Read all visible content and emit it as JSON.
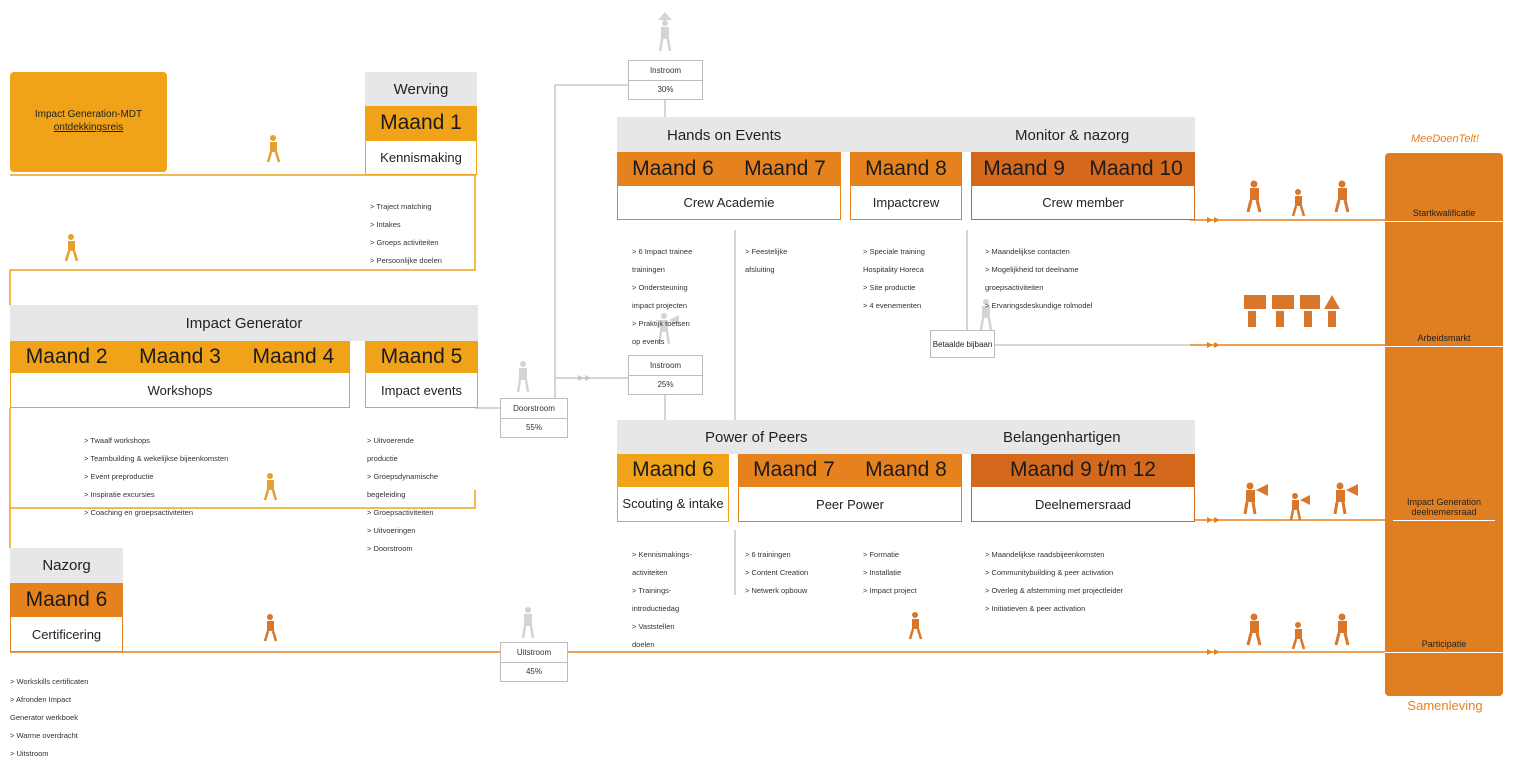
{
  "colors": {
    "amber": "#f0a218",
    "orange": "#e5821e",
    "dark_orange": "#d4691e",
    "grey": "#e6e7e8",
    "line_grey": "#c8c8c8"
  },
  "start": {
    "title_line1": "Impact Generation-MDT",
    "title_line2": "ontdekkingsreis"
  },
  "werving": {
    "header": "Werving",
    "month": "Maand 1",
    "subtitle": "Kennismaking",
    "notes": [
      "> Traject matching",
      "> Intakes",
      "> Groeps activiteiten",
      "> Persoonlijke doelen"
    ]
  },
  "impact_generator": {
    "header": "Impact Generator",
    "months": [
      "Maand 2",
      "Maand 3",
      "Maand 4"
    ],
    "subtitle": "Workshops",
    "notes": [
      "> Twaalf workshops",
      "> Teambuilding & wekelijkse bijeenkomsten",
      "> Event preproductie",
      "> Inspiratie excursies",
      "> Coaching en groepsactiviteiten"
    ]
  },
  "impact_events": {
    "month": "Maand 5",
    "subtitle": "Impact events",
    "notes": [
      "> Uitvoerende",
      "productie",
      "> Groepsdynamische",
      "begeleiding",
      "> Groepsactiviteiten",
      "> Uitvoeringen",
      "> Doorstroom"
    ]
  },
  "nazorg": {
    "header": "Nazorg",
    "month": "Maand 6",
    "subtitle": "Certificering",
    "notes": [
      "> Workskills certificaten",
      "> Afronden Impact",
      "Generator werkboek",
      "> Warme overdracht",
      "> Uitstroom"
    ]
  },
  "hands_on_events": {
    "header": "Hands on Events",
    "months": [
      "Maand 6",
      "Maand 7"
    ],
    "subtitle": "Crew Academie",
    "notes": [
      "> 6 Impact trainee",
      "trainingen",
      "> Ondersteuning",
      "impact projecten",
      "> Praktijk toetsen",
      "op events"
    ],
    "notes2": [
      "> Feestelijke",
      "afsluiting"
    ]
  },
  "impactcrew": {
    "month": "Maand 8",
    "subtitle": "Impactcrew",
    "notes": [
      "> Speciale training",
      "Hospitality Horeca",
      "> Site productie",
      "> 4 evenementen"
    ]
  },
  "monitor": {
    "header": "Monitor & nazorg",
    "months": [
      "Maand 9",
      "Maand 10"
    ],
    "subtitle": "Crew member",
    "notes": [
      "> Maandelijkse contacten",
      "> Mogelijkheid tot deelname",
      "groepsactiviteiten",
      "> Ervaringsdeskundige rolmodel"
    ]
  },
  "power_of_peers": {
    "header": "Power of Peers",
    "month6": "Maand 6",
    "sub6": "Scouting & intake",
    "months78": [
      "Maand 7",
      "Maand 8"
    ],
    "sub78": "Peer Power",
    "notes6": [
      "> Kennismakings-",
      "activiteiten",
      "> Trainings-",
      "introductiedag",
      "> Vaststellen",
      "doelen"
    ],
    "notes7": [
      "> 6 trainingen",
      "> Content Creation",
      "> Netwerk opbouw"
    ],
    "notes8": [
      "> Formatie",
      "> Installatie",
      "> Impact project"
    ]
  },
  "belangen": {
    "header": "Belangenhartigen",
    "month": "Maand 9 t/m 12",
    "subtitle": "Deelnemersraad",
    "notes": [
      "> Maandelijkse raadsbijeenkomsten",
      "> Communitybuilding & peer activation",
      "> Overleg & afstemming met projectleider",
      "> Initiatieven & peer activation"
    ]
  },
  "flows": {
    "instroom_top": {
      "label": "Instroom",
      "pct": "30%"
    },
    "instroom_mid": {
      "label": "Instroom",
      "pct": "25%"
    },
    "doorstroom": {
      "label": "Doorstroom",
      "pct": "55%"
    },
    "uitstroom": {
      "label": "Uitstroom",
      "pct": "45%"
    },
    "bijbaan": "Betaalde bijbaan"
  },
  "outcomes": {
    "brand": "MeeDoenTelt!",
    "footer": "Samenleving",
    "items": [
      "Startkwalificatie",
      "Arbeidsmarkt",
      "Impact Generation deelnemersraad",
      "Participatie"
    ]
  }
}
